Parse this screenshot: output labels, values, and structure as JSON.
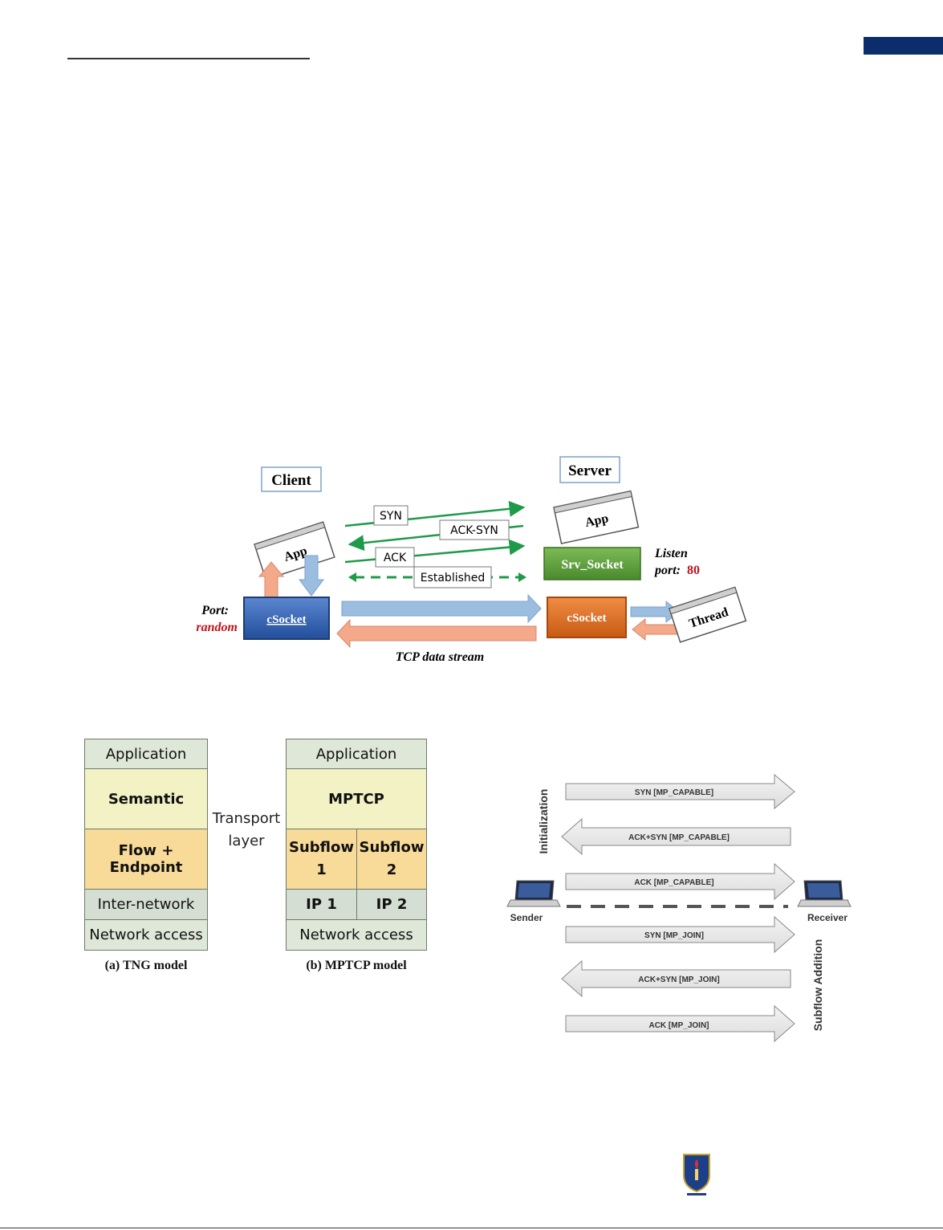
{
  "colors": {
    "header_bar": "#0c2d6b",
    "socket_blue": "#2f5fb0",
    "socket_orange": "#e0701f",
    "srv_socket_green": "#5a9a3a",
    "arrow_green": "#1f9a4a",
    "arrow_blue": "#9bbde0",
    "arrow_orange": "#f3a98a",
    "red_text": "#c0141c"
  },
  "socket_diagram": {
    "client_label": "Client",
    "server_label": "Server",
    "client_app": "App",
    "server_app": "App",
    "csocket_client": "cSocket",
    "csocket_server": "cSocket",
    "srv_socket": "Srv_Socket",
    "thread": "Thread",
    "port_label": "Port:",
    "port_value": "random",
    "listen_label": "Listen",
    "listen_port_label": "port:",
    "listen_port_value": "80",
    "handshake": [
      "SYN",
      "ACK-SYN",
      "ACK",
      "Established"
    ],
    "stream_label": "TCP data stream"
  },
  "tng_model": {
    "layers": [
      "Application",
      "Semantic",
      "Flow + Endpoint",
      "Inter-network",
      "Network access"
    ],
    "caption": "(a) TNG model"
  },
  "transport_label": {
    "line1": "Transport",
    "line2": "layer"
  },
  "mptcp_model": {
    "application": "Application",
    "mptcp": "MPTCP",
    "subflow1": "Subflow 1",
    "subflow2": "Subflow 2",
    "ip1": "IP 1",
    "ip2": "IP 2",
    "network_access": "Network access",
    "caption": "(b) MPTCP model"
  },
  "mptcp_handshake": {
    "sender": "Sender",
    "receiver": "Receiver",
    "phase_init": "Initialization",
    "phase_subflow": "Subflow Addition",
    "messages": [
      {
        "label": "SYN [MP_CAPABLE]",
        "direction": "right"
      },
      {
        "label": "ACK+SYN [MP_CAPABLE]",
        "direction": "left"
      },
      {
        "label": "ACK [MP_CAPABLE]",
        "direction": "right"
      },
      {
        "label": "SYN [MP_JOIN]",
        "direction": "right"
      },
      {
        "label": "ACK+SYN [MP_JOIN]",
        "direction": "left"
      },
      {
        "label": "ACK [MP_JOIN]",
        "direction": "right"
      }
    ]
  }
}
